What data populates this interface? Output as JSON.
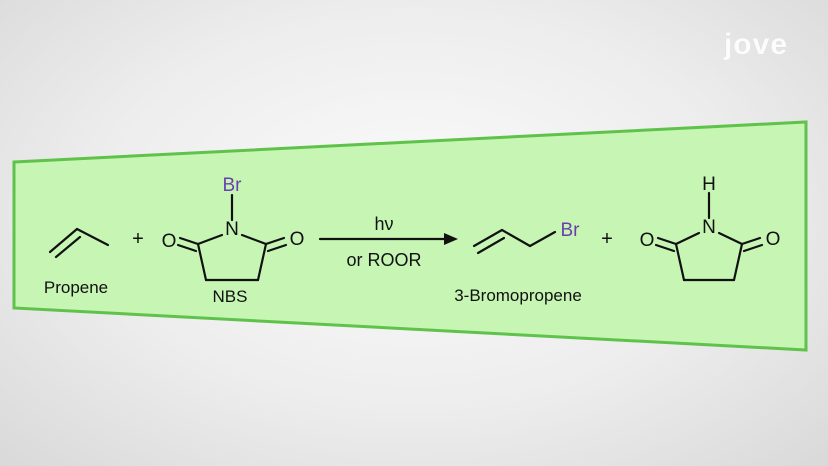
{
  "watermark": "jove",
  "labels": {
    "propene": "Propene",
    "nbs": "NBS",
    "plus_1": "+",
    "plus_2": "+",
    "condition_top": "hν",
    "condition_bottom": "or ROOR",
    "product": "3-Bromopropene"
  },
  "atoms": {
    "nbs_br": "Br",
    "nbs_n": "N",
    "nbs_o_left": "O",
    "nbs_o_right": "O",
    "product_br": "Br",
    "succ_h": "H",
    "succ_n": "N",
    "succ_o_left": "O",
    "succ_o_right": "O"
  },
  "colors": {
    "panel_fill": "#c6f5b4",
    "panel_border": "#5fc24a",
    "bromine": "#6a3fb0"
  }
}
